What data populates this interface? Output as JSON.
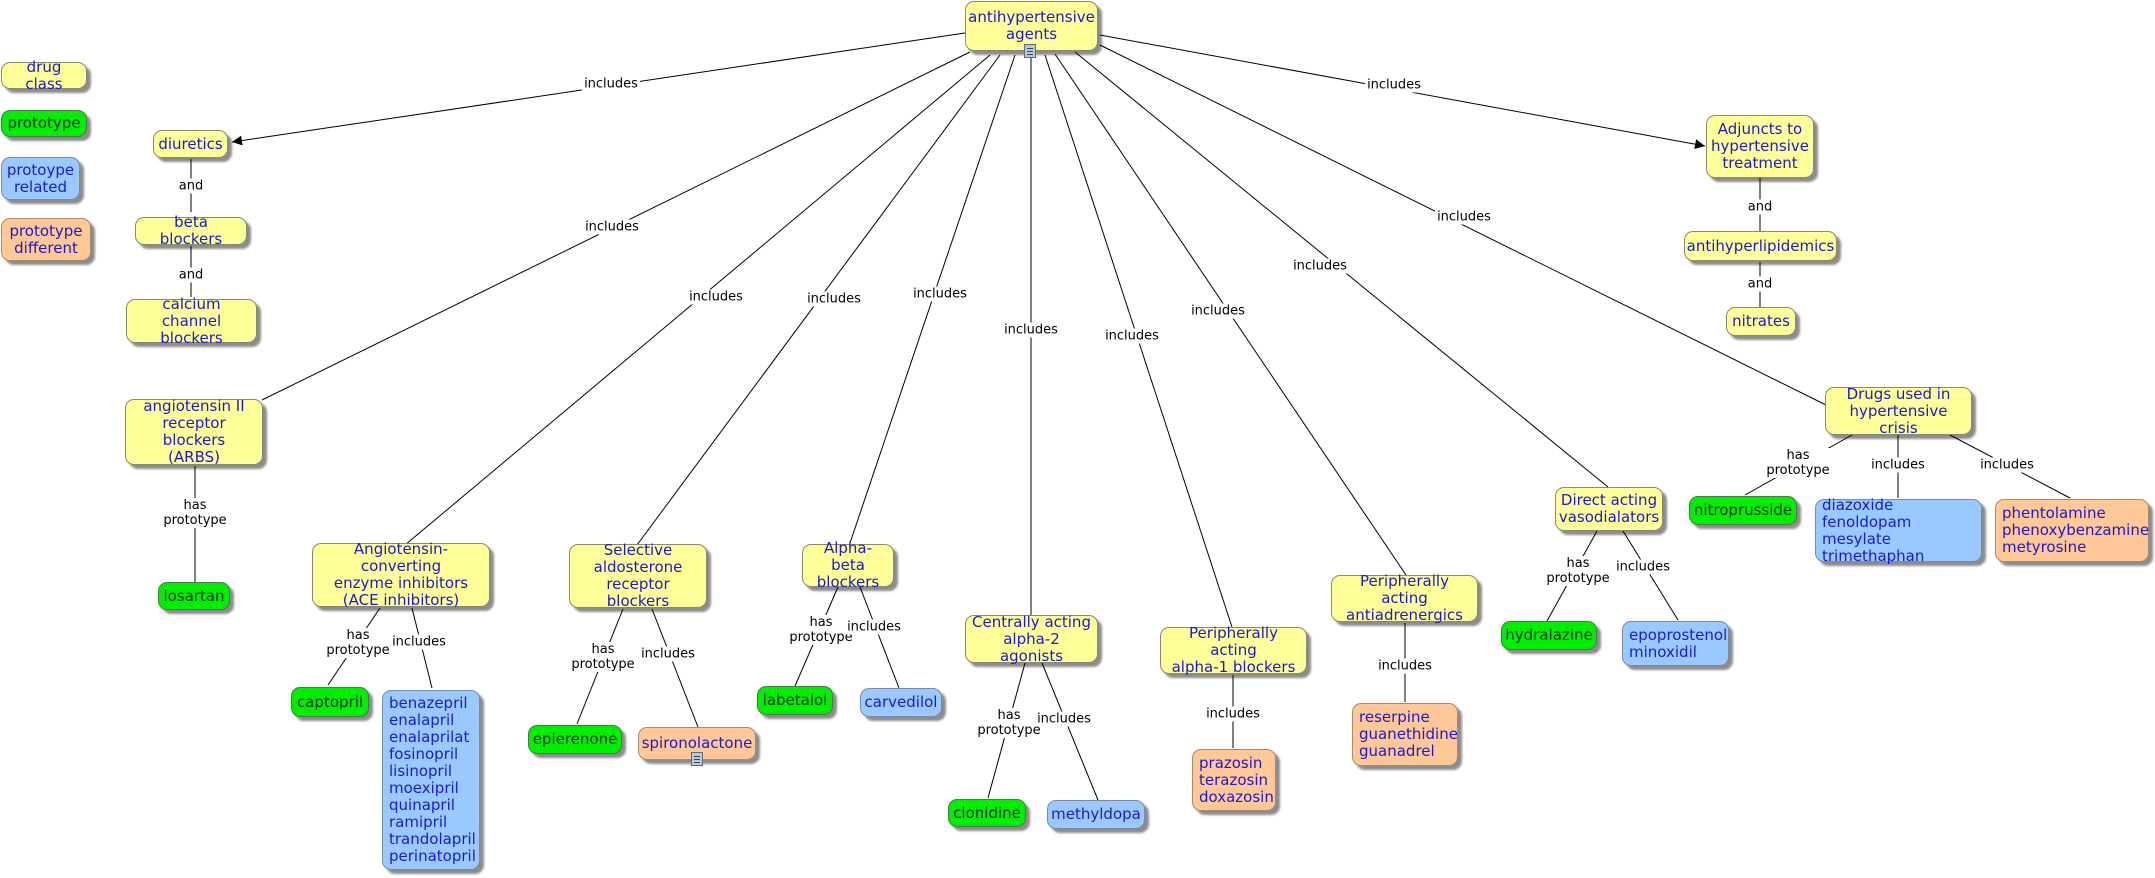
{
  "legend": {
    "drug_class": "drug class",
    "prototype": "prototype",
    "prototype_related": "protoype\nrelated",
    "prototype_different": "prototype\ndifferent"
  },
  "nodes": {
    "root": "antihypertensive\nagents",
    "diuretics": "diuretics",
    "beta_blockers": "beta blockers",
    "ccb": "calcium channel\nblockers",
    "adjuncts": "Adjuncts to\nhypertensive\ntreatment",
    "antihyperlipidemics": "antihyperlipidemics",
    "nitrates": "nitrates",
    "arbs": "angiotensin II\nreceptor blockers\n(ARBS)",
    "losartan": "losartan",
    "ace": "Angiotensin-converting\nenzyme inhibitors\n(ACE inhibitors)",
    "captopril": "captopril",
    "ace_list": "benazepril\nenalapril\nenalaprilat\nfosinopril\nlisinopril\nmoexipril\nquinapril\nramipril\ntrandolapril\nperinatopril",
    "aldo": "Selective\naldosterone\nreceptor blockers",
    "eplerenone": "eplerenone",
    "spironolactone": "spironolactone",
    "alphabeta": "Alpha-beta\nblockers",
    "labetalol": "labetalol",
    "carvedilol": "carvedilol",
    "central": "Centrally acting\nalpha-2 agonists",
    "clonidine": "clonidine",
    "methyldopa": "methyldopa",
    "alpha1": "Peripherally acting\nalpha-1 blockers",
    "alpha1_list": "prazosin\nterazosin\ndoxazosin",
    "periph_antiadren": "Peripherally acting\nantiadrenergics",
    "antiadren_list": "reserpine\nguanethidine\nguanadrel",
    "direct_vaso": "Direct acting\nvasodialators",
    "hydralazine": "hydralazine",
    "vaso_list": "epoprostenol\nminoxidil",
    "crisis": "Drugs used in\nhypertensive crisis",
    "nitroprusside": "nitroprusside",
    "crisis_related": "diazoxide\nfenoldopam mesylate\ntrimethaphan",
    "crisis_different": "phentolamine\nphenoxybenzamine\nmetyrosine"
  },
  "edge_labels": {
    "includes": "includes",
    "and": "and",
    "has_prototype": "has\nprototype"
  },
  "colors": {
    "drug_class": "#ffff99",
    "prototype": "#00ee00",
    "prototype_related": "#99c9ff",
    "prototype_different": "#ffc896",
    "text": "#1a1ad0"
  }
}
